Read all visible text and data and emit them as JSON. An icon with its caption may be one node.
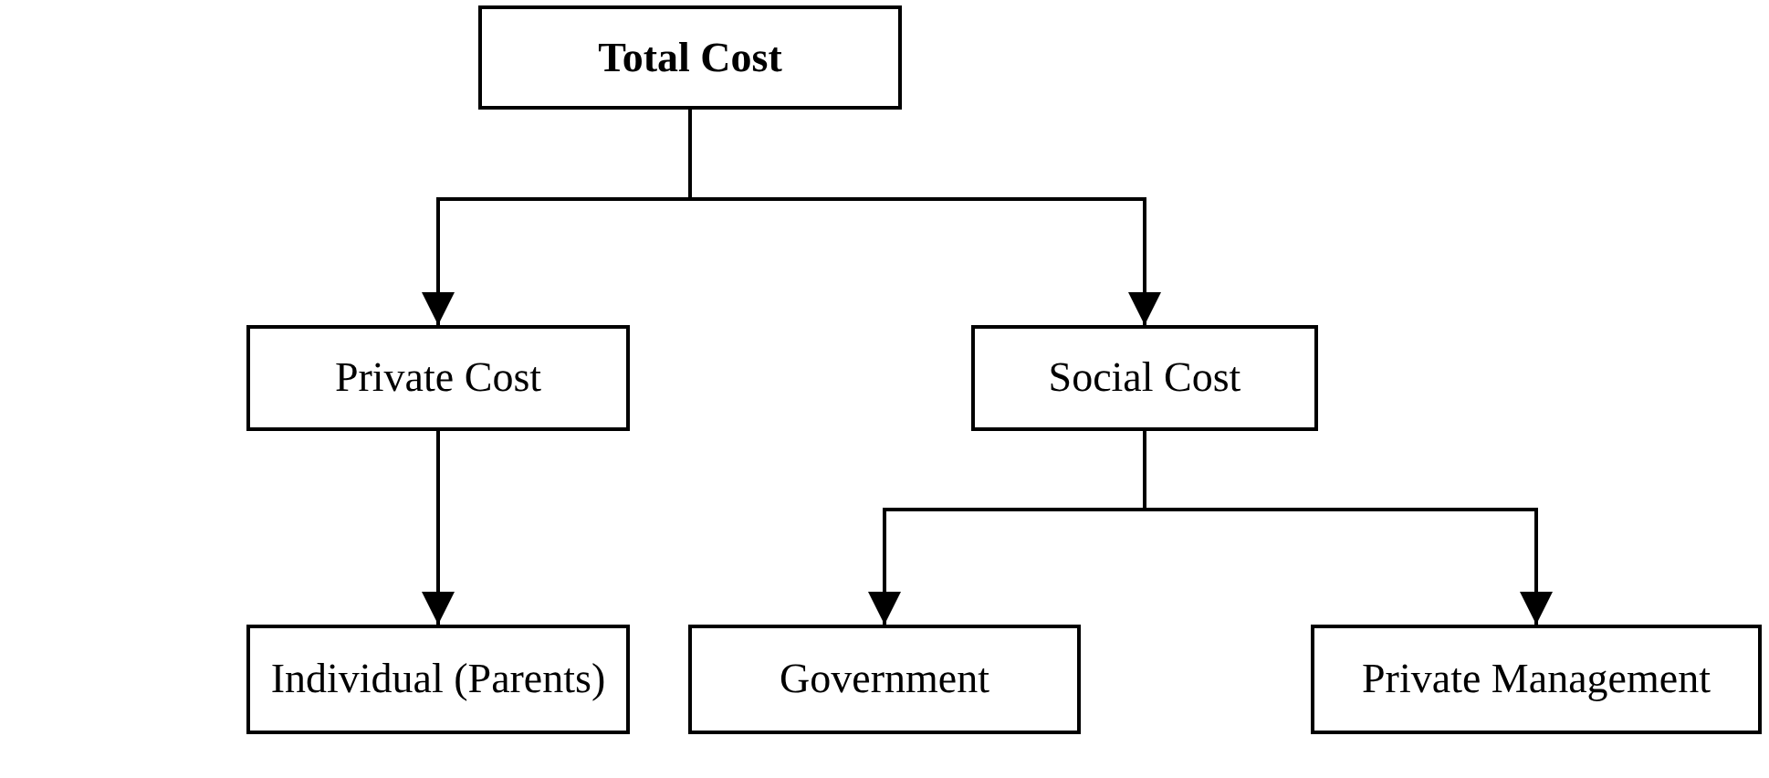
{
  "diagram": {
    "nodes": [
      {
        "text": [
          "Total Cost"
        ]
      },
      {
        "text": [
          "Private Cost"
        ]
      },
      {
        "text": [
          "Social Cost"
        ]
      },
      {
        "text": [
          "Individual (Parents)"
        ]
      },
      {
        "text": [
          "Government"
        ]
      },
      {
        "text": [
          "Private Management"
        ]
      }
    ],
    "edges": [
      {
        "from": 0,
        "to": 1,
        "arrow": "to"
      },
      {
        "from": 0,
        "to": 2,
        "arrow": "to"
      },
      {
        "from": 1,
        "to": 3,
        "arrow": "to"
      },
      {
        "from": 2,
        "to": 4,
        "arrow": "to"
      },
      {
        "from": 2,
        "to": 5,
        "arrow": "to"
      }
    ]
  }
}
